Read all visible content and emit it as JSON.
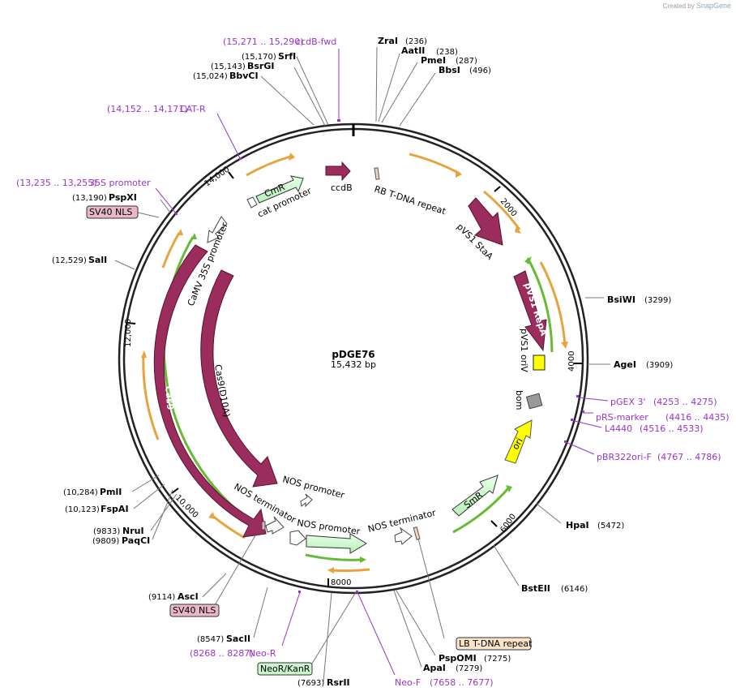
{
  "credit": {
    "prefix": "Created by",
    "brand": "SnapGene"
  },
  "plasmid": {
    "name": "pDGE76",
    "size": "15,432 bp"
  },
  "ticks": [
    "2000",
    "4000",
    "6000",
    "8000",
    "10,000",
    "12,000",
    "14,000"
  ],
  "enzymes": [
    {
      "id": "zrai",
      "name": "ZraI",
      "pos": "(236)"
    },
    {
      "id": "aatii",
      "name": "AatII",
      "pos": "(238)"
    },
    {
      "id": "pmei",
      "name": "PmeI",
      "pos": "(287)"
    },
    {
      "id": "bbsi",
      "name": "BbsI",
      "pos": "(496)"
    },
    {
      "id": "bsiwi",
      "name": "BsiWI",
      "pos": "(3299)"
    },
    {
      "id": "agei",
      "name": "AgeI",
      "pos": "(3909)"
    },
    {
      "id": "hpai",
      "name": "HpaI",
      "pos": "(5472)"
    },
    {
      "id": "bsteii",
      "name": "BstEII",
      "pos": "(6146)"
    },
    {
      "id": "pspomi",
      "name": "PspOMI",
      "pos": "(7275)"
    },
    {
      "id": "apai",
      "name": "ApaI",
      "pos": "(7279)"
    },
    {
      "id": "rsrii",
      "name": "RsrII",
      "pos": "(7693)"
    },
    {
      "id": "sacii",
      "name": "SacII",
      "pos": "(8547)"
    },
    {
      "id": "asci",
      "name": "AscI",
      "pos": "(9114)"
    },
    {
      "id": "nrui",
      "name": "NruI",
      "pos": "(9833)"
    },
    {
      "id": "paqci",
      "name": "PaqCI",
      "pos": "(9809)"
    },
    {
      "id": "pmli",
      "name": "PmlI",
      "pos": "(10,284)"
    },
    {
      "id": "fspai",
      "name": "FspAI",
      "pos": "(10,123)"
    },
    {
      "id": "sali",
      "name": "SalI",
      "pos": "(12,529)"
    },
    {
      "id": "pspxi",
      "name": "PspXI",
      "pos": "(13,190)"
    },
    {
      "id": "srfi",
      "name": "SrfI",
      "pos": "(15,170)"
    },
    {
      "id": "bsrgi",
      "name": "BsrGI",
      "pos": "(15,143)"
    },
    {
      "id": "bbvci",
      "name": "BbvCI",
      "pos": "(15,024)"
    }
  ],
  "primers": [
    {
      "id": "ccdb-fwd",
      "name": "ccdB-fwd",
      "pos": "(15,271 .. 15,290)"
    },
    {
      "id": "cat-r",
      "name": "CAT-R",
      "pos": "(14,152 .. 14,171)"
    },
    {
      "id": "35s-promoter-primer",
      "name": "35S promoter",
      "pos": "(13,235 .. 13,255)"
    },
    {
      "id": "pgex-3",
      "name": "pGEX 3'",
      "pos": "(4253 .. 4275)"
    },
    {
      "id": "prs-marker",
      "name": "pRS-marker",
      "pos": "(4416 .. 4435)"
    },
    {
      "id": "l4440",
      "name": "L4440",
      "pos": "(4516 .. 4533)"
    },
    {
      "id": "pbr322ori-f",
      "name": "pBR322ori-F",
      "pos": "(4767 .. 4786)"
    },
    {
      "id": "neo-r",
      "name": "Neo-R",
      "pos": "(8268 .. 8287)"
    },
    {
      "id": "neo-f",
      "name": "Neo-F",
      "pos": "(7658 .. 7677)"
    }
  ],
  "boxed_labels": {
    "sv40_nls_top": "SV40 NLS",
    "sv40_nls_bottom": "SV40 NLS",
    "neor_kanr": "NeoR/KanR",
    "lb_repeat": "LB T-DNA repeat"
  },
  "features": {
    "ccdb": "ccdB",
    "rb_repeat": "RB T-DNA repeat",
    "cmr": "CmR",
    "cat_promoter": "cat promoter",
    "pvs1_staa": "pVS1 StaA",
    "pvs1_repa": "pVS1 RepA",
    "pvs1_oriv": "pVS1 oriV",
    "bom": "bom",
    "ori": "ori",
    "smr": "SmR",
    "camv35s": "CaMV 35S promoter",
    "cas9_d10a": "Cas9(D10A)",
    "cas9": "Cas9",
    "nos_promoter_1": "NOS promoter",
    "nos_terminator_1": "NOS terminator",
    "nos_promoter_2": "NOS promoter",
    "nos_terminator_2": "NOS terminator"
  },
  "colors": {
    "backbone": "#222222",
    "cas9": "#9b2c5e",
    "ori": "#ffff00",
    "resistance": "#ccffcc",
    "primer": "#9933cc",
    "orf_orange": "#e8a33c",
    "orf_green": "#66bb33"
  }
}
